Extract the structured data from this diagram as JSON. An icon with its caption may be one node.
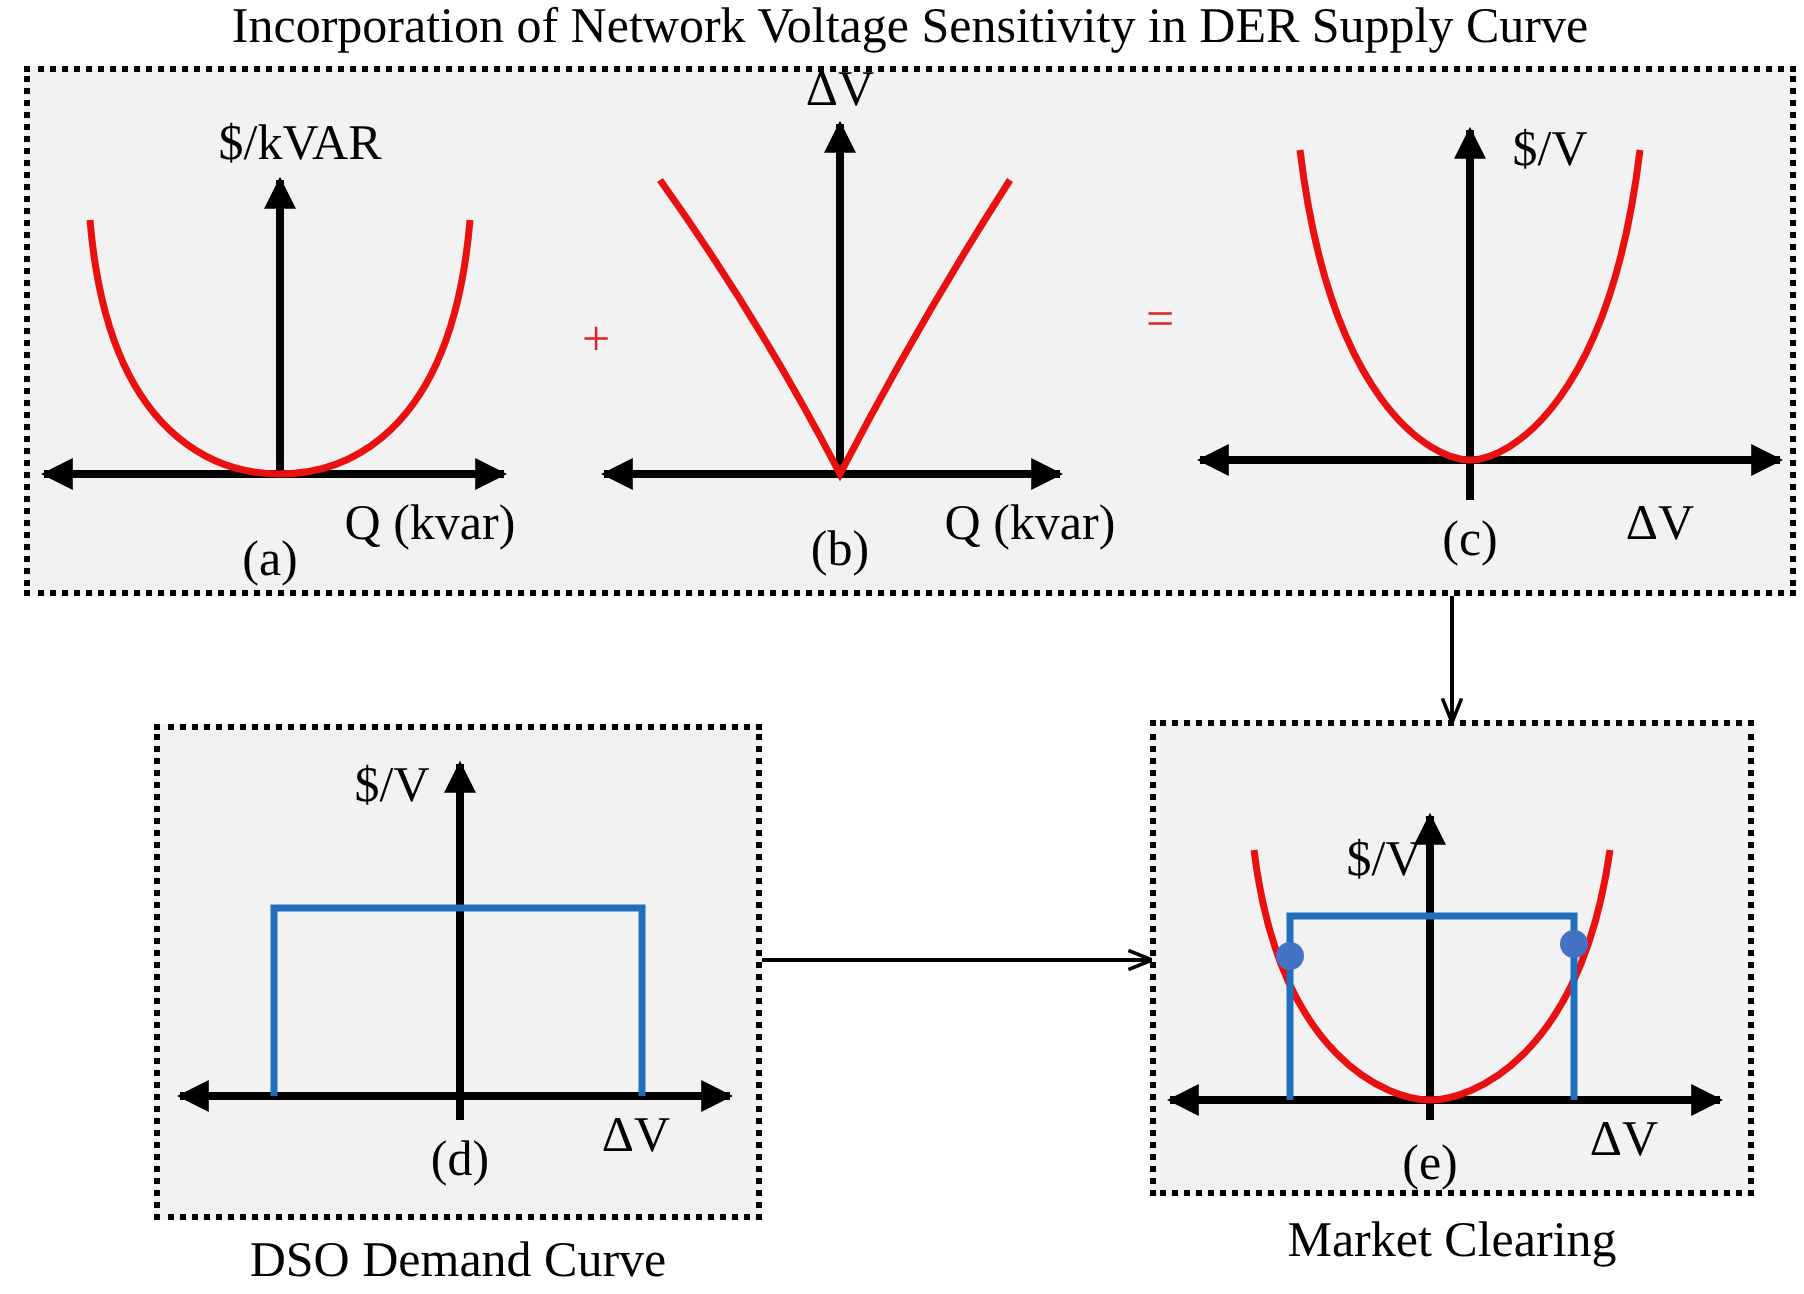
{
  "diagram": {
    "nodes": [
      {
        "text": [
          "Incorporation of Network Voltage Sensitivity in DER Supply Curve"
        ]
      },
      {
        "text": [
          "DSO Demand Curve"
        ]
      },
      {
        "text": [
          "Market Clearing"
        ]
      }
    ],
    "edges": [
      {
        "from": 0,
        "to": 2,
        "arrow": "to"
      },
      {
        "from": 1,
        "to": 2,
        "arrow": "to"
      }
    ],
    "labels": [
      "$/kVAR",
      "Q (kvar)",
      "(a)",
      "+",
      "ΔV",
      "Q (kvar)",
      "(b)",
      "=",
      "$/V",
      "(c)",
      "ΔV",
      "$/V",
      "(d)",
      "ΔV",
      "$/V",
      "(e)",
      "ΔV"
    ]
  }
}
